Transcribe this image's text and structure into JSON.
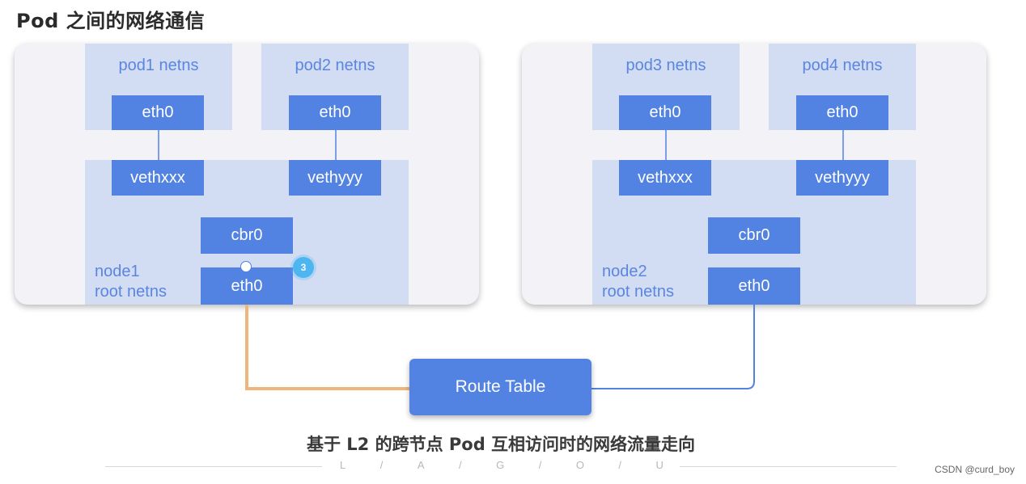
{
  "title": "Pod 之间的网络通信",
  "node1": {
    "pods": [
      "pod1 netns",
      "pod2 netns"
    ],
    "pod_eth": [
      "eth0",
      "eth0"
    ],
    "veths": [
      "vethxxx",
      "vethyyy"
    ],
    "bridge": "cbr0",
    "eth": "eth0",
    "label_line1": "node1",
    "label_line2": "root netns"
  },
  "node2": {
    "pods": [
      "pod3 netns",
      "pod4 netns"
    ],
    "pod_eth": [
      "eth0",
      "eth0"
    ],
    "veths": [
      "vethxxx",
      "vethyyy"
    ],
    "bridge": "cbr0",
    "eth": "eth0",
    "label_line1": "node2",
    "label_line2": "root netns"
  },
  "route_table": "Route Table",
  "step_badge": "3",
  "caption": "基于 L2 的跨节点 Pod 互相访问时的网络流量走向",
  "brand_letters": [
    "L",
    "/",
    "A",
    "/",
    "G",
    "/",
    "O",
    "/",
    "U"
  ],
  "watermark": "CSDN @curd_boy",
  "colors": {
    "box_blue": "#5282e2",
    "panel_blue": "#d2dcf3",
    "highlight_wire": "#f0b57a",
    "badge": "#4db6f0"
  }
}
